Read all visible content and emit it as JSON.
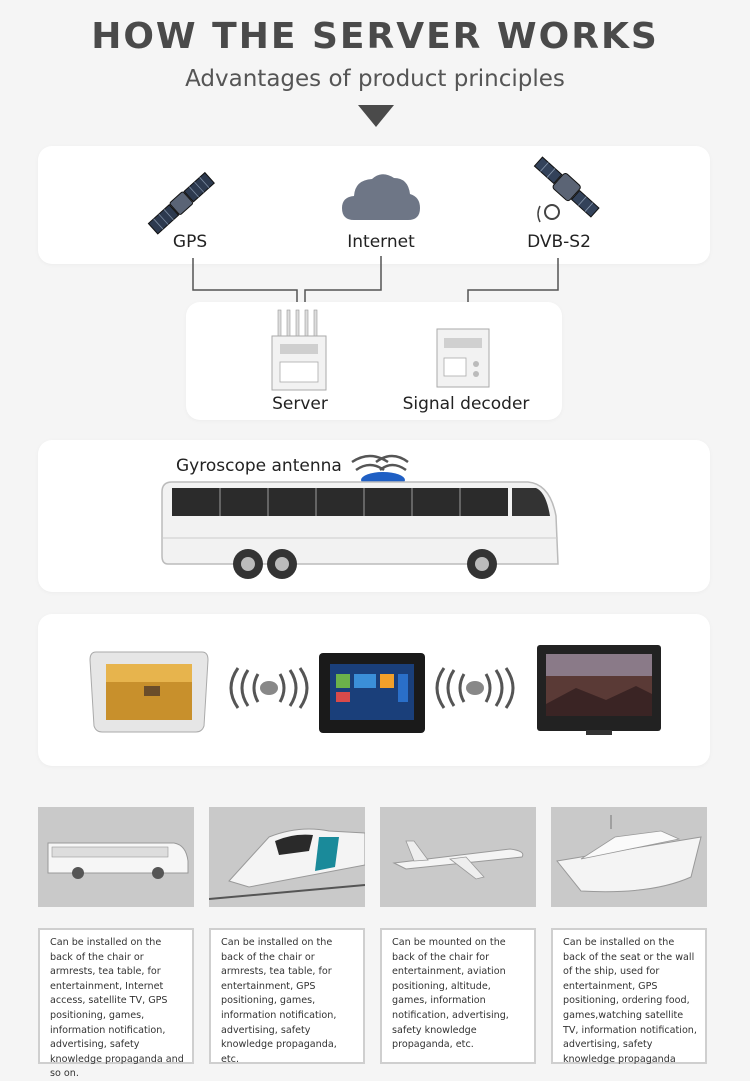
{
  "header": {
    "title": "HOW THE SERVER WORKS",
    "subtitle": "Advantages of product principles"
  },
  "sources": {
    "gps": "GPS",
    "internet": "Internet",
    "dvb": "DVB-S2"
  },
  "devices": {
    "server": "Server",
    "decoder": "Signal decoder"
  },
  "vehicle": {
    "antenna_label": "Gyroscope antenna"
  },
  "colors": {
    "cloud": "#6e7686",
    "line": "#555555",
    "antenna_dome": "#1f5fc4"
  },
  "applications": [
    {
      "icon": "bus-icon",
      "text": "Can be installed on the back of the chair or armrests, tea table, for entertainment, Internet access, satellite TV, GPS positioning, games, information notification, advertising, safety knowledge propaganda and so on."
    },
    {
      "icon": "train-icon",
      "text": "Can be installed on the back of the chair or armrests, tea table, for entertainment, GPS positioning, games, information notification, advertising, safety knowledge propaganda, etc."
    },
    {
      "icon": "airplane-icon",
      "text": "Can be mounted on the back of the chair for entertainment, aviation positioning, altitude, games, information notification, advertising, safety knowledge propaganda, etc."
    },
    {
      "icon": "ship-icon",
      "text": "Can be installed on the back of the seat or the wall of the ship, used for entertainment, GPS positioning, ordering food, games,watching satellite TV, information notification, advertising, safety knowledge propaganda"
    }
  ]
}
